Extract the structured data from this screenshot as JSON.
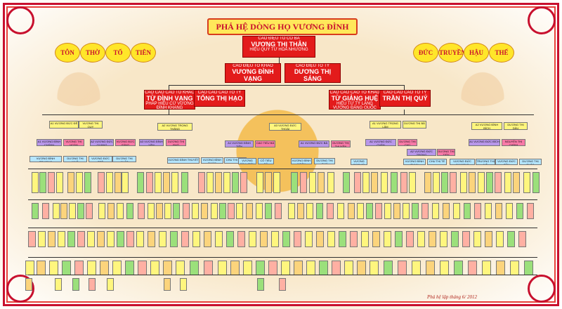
{
  "header": {
    "small_title": "",
    "title": "PHẢ HỆ DÒNG HỌ VƯƠNG ĐÌNH",
    "slogans": [
      "TÔN",
      "THỜ",
      "TỔ",
      "TIÊN",
      "ĐỨC",
      "TRUYỀN",
      "HẬU",
      "THẾ"
    ]
  },
  "ancestors": {
    "cao_to_co_ba_title": "CAO ĐIỆU TỔ CÔ BÀ",
    "cao_to_co_ba_name": "VƯƠNG THỊ THÂN",
    "cao_to_co_ba_note": "HIỆU QUÝ TỪ HOA NHƯƠNG",
    "to_khao_title": "CAO ĐIỆU TỔ KHẢO",
    "to_khao_name": "VƯƠNG ĐÌNH VẠNG",
    "to_ty_title": "CAO ĐIỆU TỔ TỶ",
    "to_ty_name": "DƯƠNG THỊ SÁNG",
    "left_pair_title_a": "CAO CAO CAO TỔ KHẢO",
    "left_pair_name_a": "TỪ ĐÌNH VẠNG",
    "left_pair_note_a": "PHÁP HIỆU CỬ VƯƠNG ĐÌNH KHANG",
    "left_pair_title_b": "CAO CAO CAO TỔ TỶ",
    "left_pair_name_b": "TỐNG THỊ HẠO",
    "right_pair_title_a": "CAO CAO CAO TỔ KHẢO",
    "right_pair_name_a": "TỪ GIẢNG HUỆ",
    "right_pair_note_a": "HIỆU TỪ TỶ LÃNG VƯƠNG ĐĂNG QUỐC",
    "right_pair_title_b": "CAO CAO CAO TỔ TỶ",
    "right_pair_name_b": "TRẦN THỊ QUÝ"
  },
  "generation_four": [
    "A1 VƯƠNG ĐỨC ĐÊ",
    "VƯƠNG THỊ QUY",
    "A2 VƯƠNG TRỌNG THẮNG",
    "A3 VƯƠNG ĐỨC THOÁI",
    "A1 VƯƠNG TRỌNG LÂM",
    "DƯƠNG THỊ BẢ",
    "A2 VƯƠNG ĐÌNH BÍCH",
    "DƯƠNG THỊ DÂU"
  ],
  "generation_five": [
    "A1 VƯƠNG ĐÌNH CHÁNH",
    "VƯƠNG THỊ HOÀN",
    "A2 VƯƠNG ĐỨC QUANG",
    "VƯƠNG ĐỨC SÁNG",
    "A3 VƯƠNG ĐÌNH VĂN",
    "DƯƠNG THỊ PHÒ",
    "A1 VƯƠNG ĐÌNH TIÊN",
    "CAO TIẾU BẢ",
    "A1 VƯƠNG ĐỨC BÀ",
    "DƯƠNG THỊ THUYỀN",
    "A1 VƯƠNG ĐỨC CHÂN",
    "DƯƠNG THỊ CHÚ",
    "A2 VƯƠNG ĐỨC TRỌNG",
    "DƯƠNG THỊ TIẾN",
    "A1 VƯƠNG ĐỨC BÍCH",
    "NGUYỄN THỊ CHÍNH"
  ],
  "generation_six": [
    "VƯƠNG ĐÌNH TRƯƠNG",
    "DƯƠNG THỊ MUỖ",
    "VƯƠNG ĐỨC TRẺ",
    "DƯƠNG THỊ XUẤT",
    "VƯƠNG ĐÌNH THUYẾT",
    "VƯƠNG ĐÌNH THỨC",
    "CHU THỊ VIÊN",
    "VƯƠNG ĐÌNH TIẾN",
    "CÔ TIỂU BẢ",
    "VƯƠNG ĐÌNH NGÂN",
    "DƯƠNG THỊ QUÝ",
    "VƯƠNG ĐỨC KỶ",
    "VƯƠNG ĐÌNH THUY",
    "CHU THỊ TẾ",
    "VƯƠNG ĐỨC CHƯƠNG",
    "TRƯƠNG THỊ MÃ",
    "VƯƠNG ĐỨC TẦN",
    "DƯƠNG THỊ THẮC"
  ],
  "footer": {
    "date": "Phả hệ lập tháng 6/ 2012"
  }
}
